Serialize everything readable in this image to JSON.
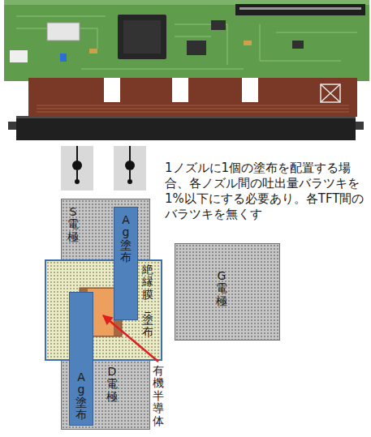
{
  "diagram": {
    "nodes": [
      {
        "text": [
          "S電極"
        ]
      },
      {
        "text": [
          "Ag塗布"
        ]
      },
      {
        "text": [
          "絶縁膜_塗布"
        ]
      },
      {
        "text": [
          "G電極"
        ]
      },
      {
        "text": [
          "Ag塗布"
        ]
      },
      {
        "text": [
          "D電極"
        ]
      }
    ],
    "labels": [
      "1ノズルに1個の塗布を配置する場合、各ノズル間の吐出量バラツキを1%以下にする必要あり。各TFT間のバラツキを無くす",
      "有機半導体"
    ]
  }
}
